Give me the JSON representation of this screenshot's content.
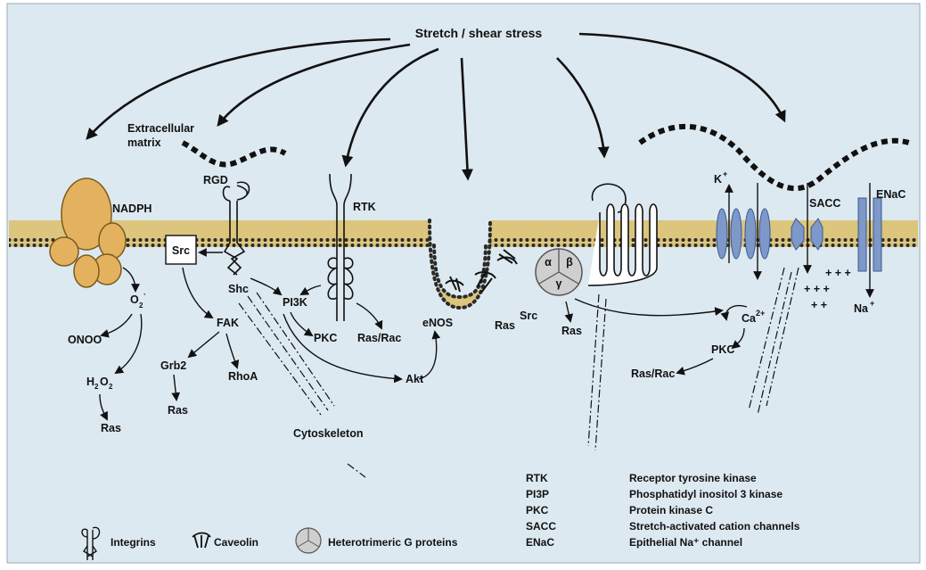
{
  "top_label": "Stretch / shear stress",
  "labels": {
    "extracellular": "Extracellular",
    "matrix": "matrix",
    "nadph": "NADPH",
    "rgd": "RGD",
    "src_box": "Src",
    "shc": "Shc",
    "fak": "FAK",
    "grb2": "Grb2",
    "ras_grb": "Ras",
    "rhoa": "RhoA",
    "o2": "O",
    "o2_sub": "2",
    "o2_sup": "·",
    "onoo": "ONOO",
    "h2o2_h": "H",
    "h2o2_sub1": "2",
    "h2o2_o": "O",
    "h2o2_sub2": "2",
    "ras_h2o2": "Ras",
    "cytoskeleton": "Cytoskeleton",
    "rtk": "RTK",
    "pi3k": "PI3K",
    "pkc_left": "PKC",
    "ras_rac_left": "Ras/Rac",
    "akt": "Akt",
    "enos": "eNOS",
    "ras_cav": "Ras",
    "src_cav": "Src",
    "ras_g": "Ras",
    "k_plus": "K",
    "k_sup": "+",
    "sacc": "SACC",
    "enac": "ENaC",
    "ca": "Ca",
    "ca_sup": "2+",
    "na": "Na",
    "na_sup": "+",
    "pkc_right": "PKC",
    "ras_rac_right": "Ras/Rac",
    "g_alpha": "α",
    "g_beta": "β",
    "g_gamma": "γ"
  },
  "legend": {
    "integrins": "Integrins",
    "caveolin": "Caveolin",
    "g_proteins": "Heterotrimeric G proteins",
    "abbreviations": [
      {
        "abbr": "RTK",
        "full": "Receptor tyrosine kinase"
      },
      {
        "abbr": "PI3P",
        "full": "Phosphatidyl inositol 3 kinase"
      },
      {
        "abbr": "PKC",
        "full": "Protein kinase C"
      },
      {
        "abbr": "SACC",
        "full": "Stretch-activated cation channels"
      },
      {
        "abbr": "ENaC",
        "full": "Epithelial Na⁺ channel"
      }
    ]
  },
  "colors": {
    "background": "#dde9f0",
    "membrane": "#dcc57c",
    "nadph": "#e4b25e",
    "channel": "#7d98c9",
    "g_protein": "#cfcfcf"
  }
}
